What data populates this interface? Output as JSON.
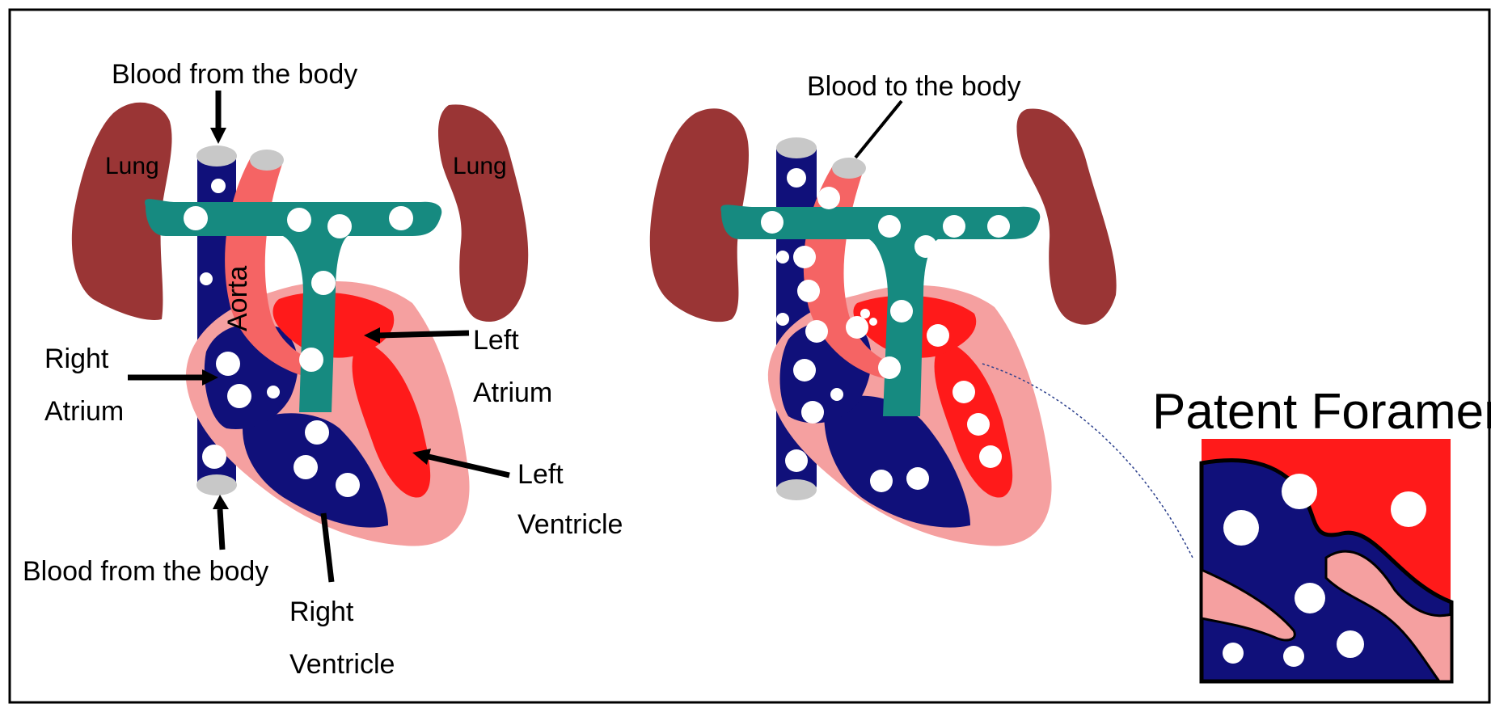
{
  "left_diagram": {
    "lung_left_label": "Lung",
    "lung_right_label": "Lung",
    "aorta_label": "Aorta",
    "blood_from_body_top": "Blood from the body",
    "blood_from_body_bottom": "Blood from the body",
    "right_atrium_line1": "Right",
    "right_atrium_line2": "Atrium",
    "left_atrium_line1": "Left",
    "left_atrium_line2": "Atrium",
    "left_ventricle_line1": "Left",
    "left_ventricle_line2": "Ventricle",
    "right_ventricle_line1": "Right",
    "right_ventricle_line2": "Ventricle"
  },
  "right_diagram": {
    "blood_to_body": "Blood to the body",
    "inset_title": "Patent Foramen Ovale"
  },
  "colors": {
    "deoxygenated": "#10107a",
    "oxygenated_red": "#ff1a1a",
    "aorta_salmon": "#f56464",
    "heart_wall_pink": "#f5a0a0",
    "lung_brown": "#9a3535",
    "pulmonary_teal": "#168a80",
    "vessel_cap_grey": "#c8c8c8"
  }
}
